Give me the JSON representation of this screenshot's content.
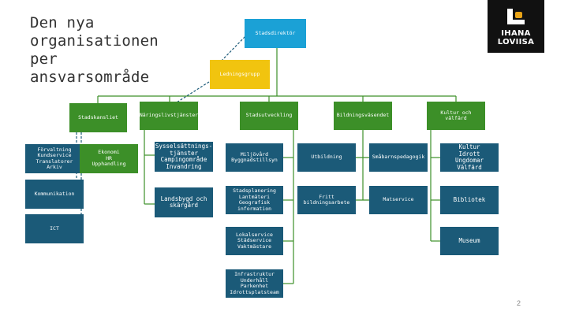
{
  "title": {
    "line1": "Den nya",
    "line2": "organisationen",
    "line3": "per",
    "line4": "ansvarsområde"
  },
  "logo": {
    "line1": "IHANA",
    "line2": "LOVIISA",
    "accent_color": "#e8a317"
  },
  "colors": {
    "director": "#1ba1d6",
    "leadership": "#f1c40f",
    "department": "#3c8f28",
    "unit": "#1b5a78",
    "connector": "#3c8f28",
    "dashed": "#1b5a78"
  },
  "chart": {
    "director": "Stadsdirektör",
    "leadership": "Ledningsgrupp",
    "departments": {
      "stadskansliet": "Stadskansliet",
      "naringsliv": "Näringslivstjänster",
      "stadsutveckling": "Stadsutveckling",
      "bildning": "Bildningsväsendet",
      "kultur": "Kultur och välfärd"
    },
    "units": {
      "forvaltning": "Förvaltning\nKundservice\nTranslatorer\nArkiv",
      "ekonomi": "Ekonomi\nHR\nUpphandling",
      "kommunikation": "Kommunikation",
      "ict": "ICT",
      "sysselsattning": "Sysselsättnings-\ntjänster\nCampingområde\nInvandring",
      "landsbygd": "Landsbygd och\nskärgård",
      "miljovard": "Miljövård\nByggnadstillsyn",
      "stadsplanering": "Stadsplanering\nLantmäteri\nGeografisk\ninformation",
      "lokalservice": "Lokalservice\nStädservice\nVaktmästare",
      "infrastruktur": "Infrastruktur\nUnderhåll\nParkenhet\nIdrottsplatsteam",
      "utbildning": "Utbildning",
      "fritt": "Fritt\nbildningsarbete",
      "smabarn": "Småbarnspedagogik",
      "matservice": "Matservice",
      "kultur_idrott": "Kultur\nIdrott\nUngdomar\nVälfärd",
      "bibliotek": "Bibliotek",
      "museum": "Museum"
    }
  },
  "page_number": "2"
}
